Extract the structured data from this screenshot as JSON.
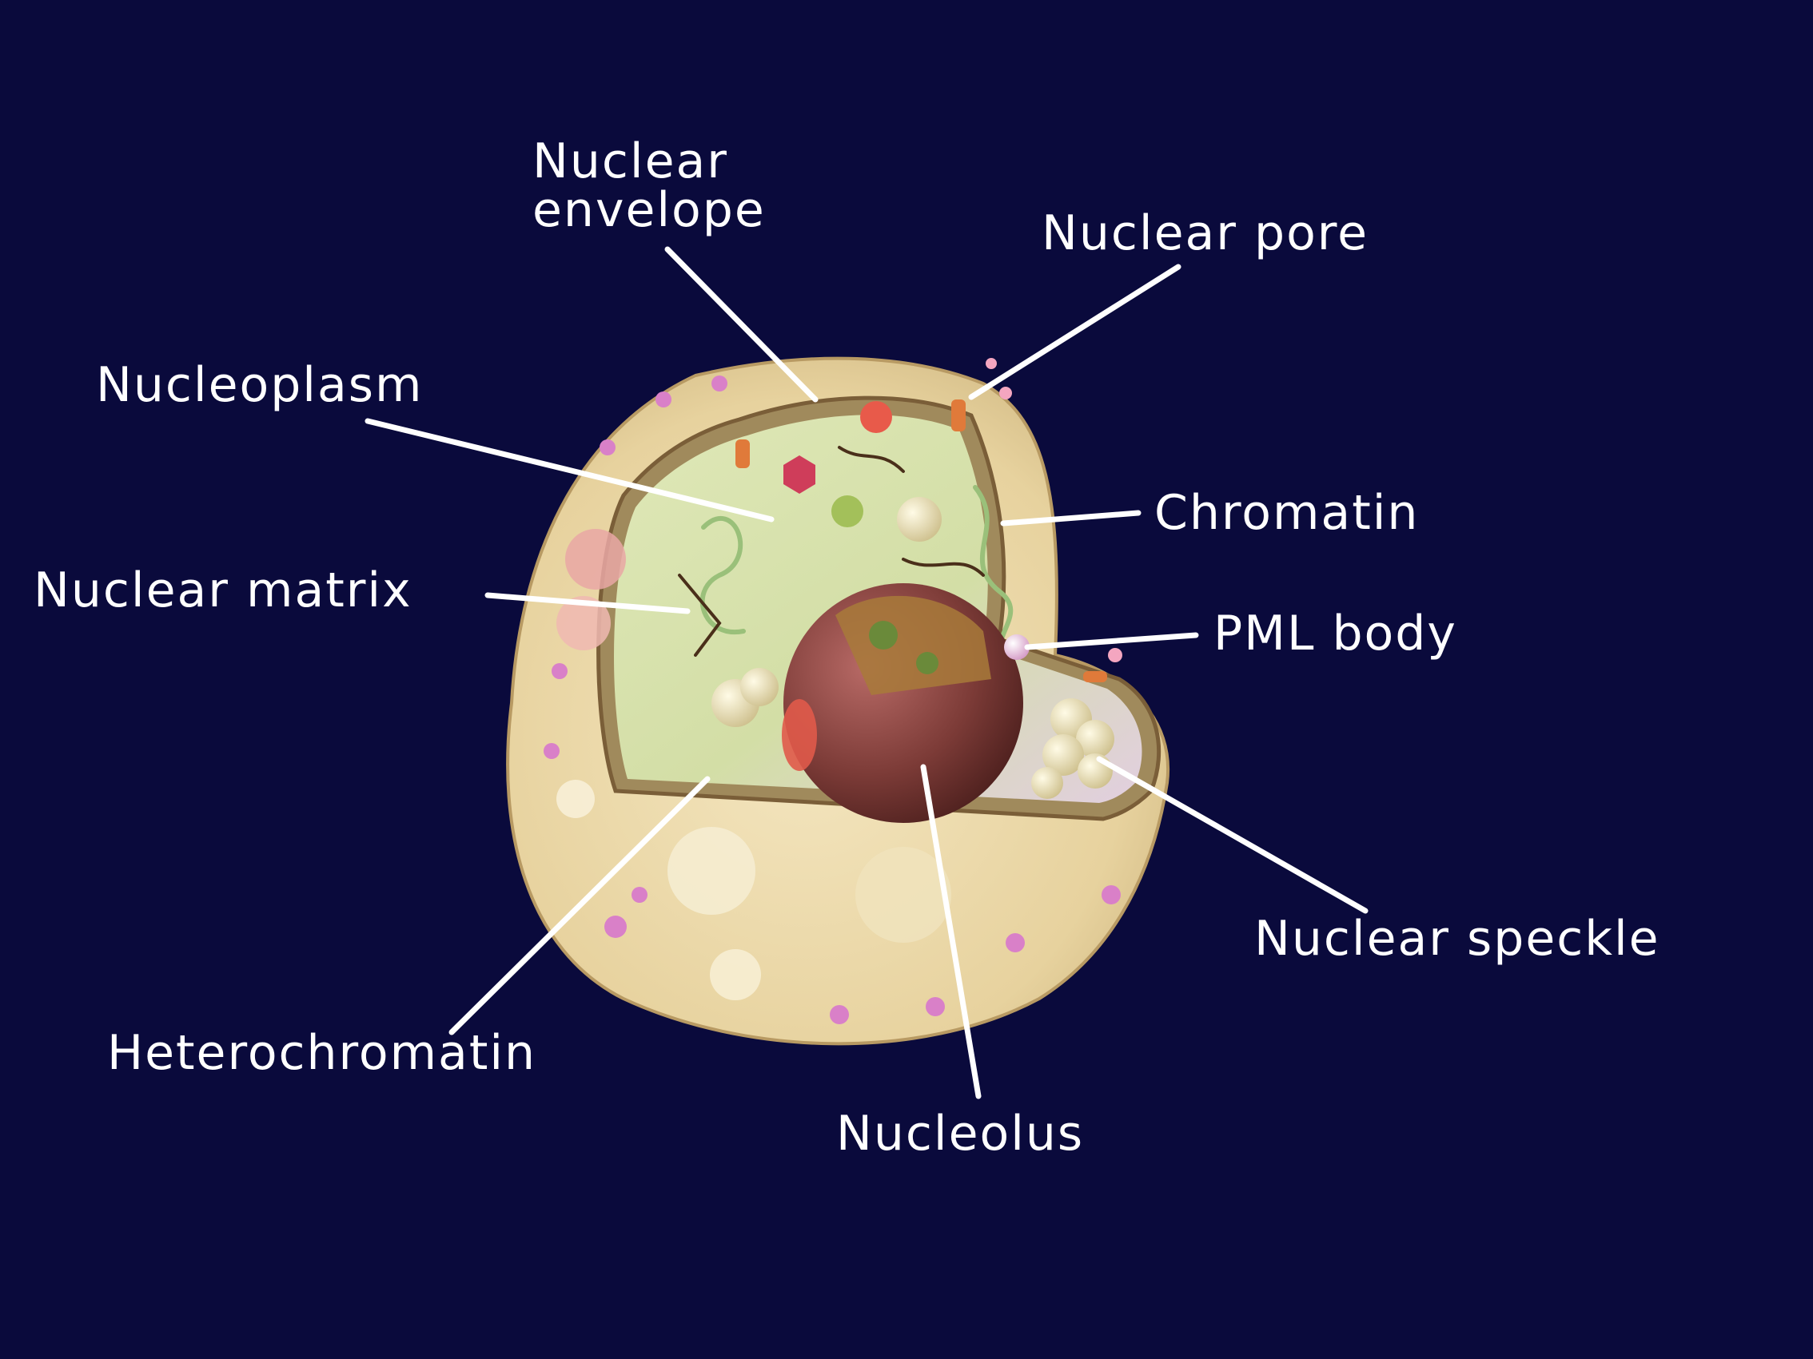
{
  "labels": {
    "nuclear_envelope_line1": "Nuclear",
    "nuclear_envelope_line2": "envelope",
    "nuclear_pore": "Nuclear pore",
    "nucleoplasm": "Nucleoplasm",
    "chromatin": "Chromatin",
    "nuclear_matrix": "Nuclear matrix",
    "pml_body": "PML body",
    "nuclear_speckle": "Nuclear speckle",
    "heterochromatin": "Heterochromatin",
    "nucleolus": "Nucleolus"
  },
  "colors": {
    "background": "#0a0a3c",
    "envelope_outer": "#e8d6a6",
    "nucleoplasm": "#d9e3b0",
    "nucleolus": "#7a3a36",
    "label_text": "#ffffff"
  }
}
